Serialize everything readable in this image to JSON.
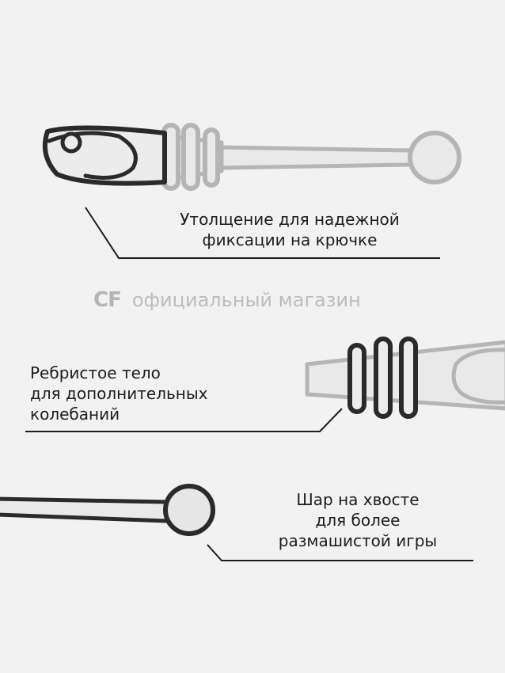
{
  "callouts": {
    "head": {
      "line1": "Утолщение для надежной",
      "line2": "фиксации на крючке"
    },
    "body": {
      "line1": "Ребристое тело",
      "line2": "для дополнительных",
      "line3": "колебаний"
    },
    "tail": {
      "line1": "Шар на хвосте",
      "line2": "для более",
      "line3": "размашистой игры"
    }
  },
  "watermark": {
    "logo": "CF",
    "text": "официальный магазин"
  },
  "colors": {
    "background": "#f2f2f2",
    "outline_dark": "#2a2a2a",
    "outline_light": "#b5b5b5",
    "fill_light": "#e9e9e9"
  }
}
